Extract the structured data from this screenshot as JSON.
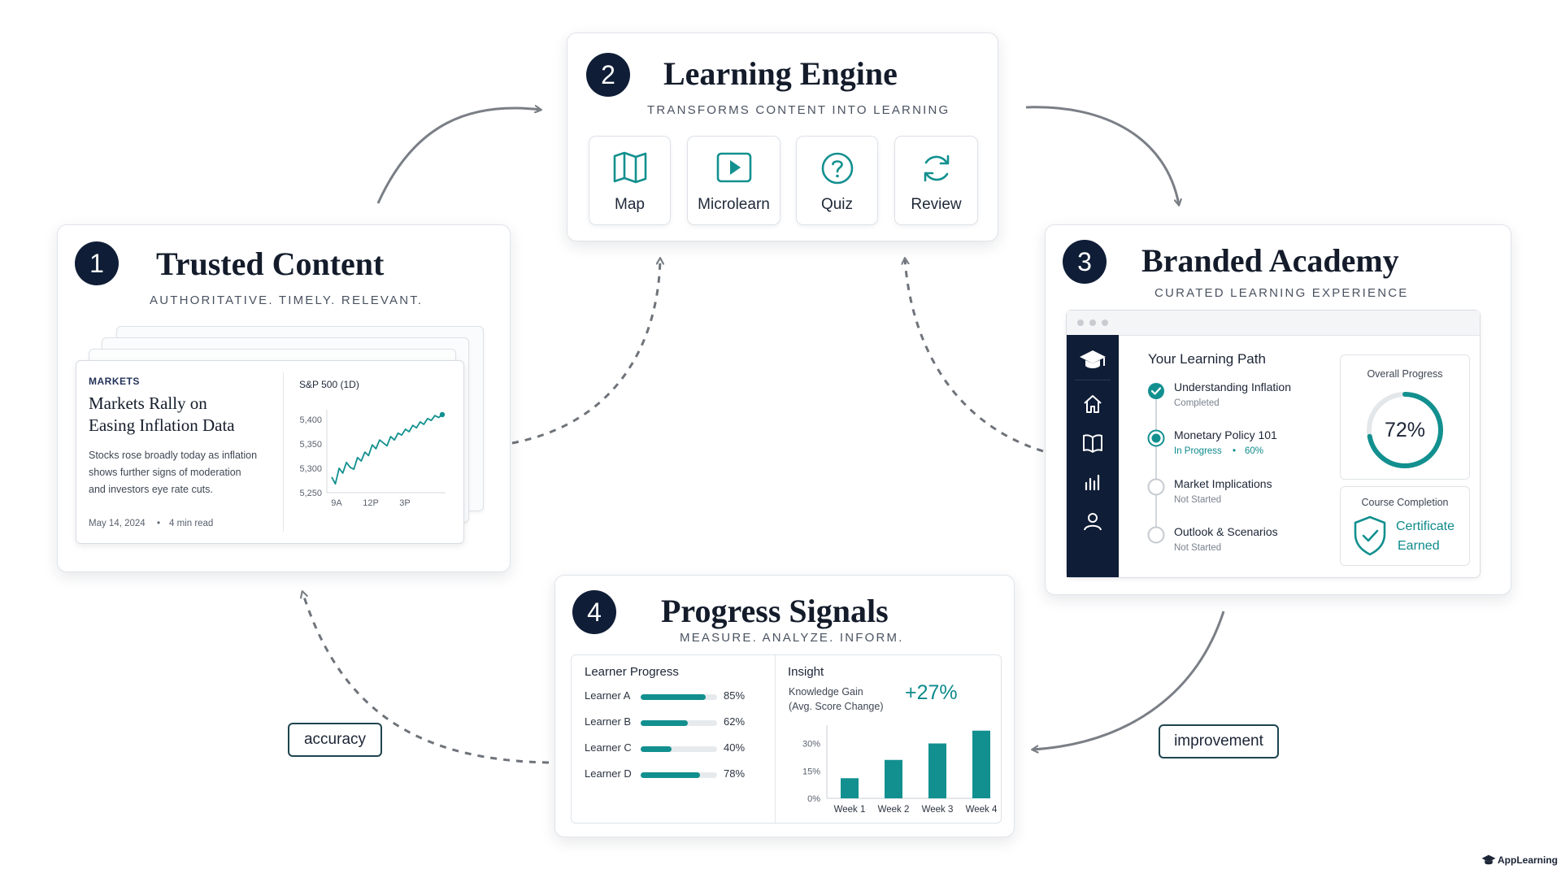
{
  "colors": {
    "navy": "#0f1d36",
    "teal": "#12908f",
    "arrow": "#7a7f86",
    "border": "#dfe3e8"
  },
  "trusted": {
    "number": "1",
    "title": "Trusted Content",
    "subtitle": "AUTHORITATIVE. TIMELY. RELEVANT.",
    "article": {
      "category": "MARKETS",
      "headline_line1": "Markets Rally on",
      "headline_line2": "Easing Inflation Data",
      "body_line1": "Stocks rose broadly today as inflation",
      "body_line2": "shows further signs of moderation",
      "body_line3": "and investors eye rate cuts.",
      "date": "May 14, 2024",
      "separator": "•",
      "read_time": "4 min read"
    },
    "sp_chart": {
      "title": "S&P 500 (1D)",
      "y_ticks": [
        "5,400",
        "5,350",
        "5,300",
        "5,250"
      ],
      "x_ticks": [
        "9A",
        "12P",
        "3P"
      ]
    }
  },
  "engine": {
    "number": "2",
    "title": "Learning Engine",
    "subtitle": "TRANSFORMS CONTENT INTO LEARNING",
    "tiles": [
      {
        "label": "Map",
        "icon": "map-icon"
      },
      {
        "label": "Microlearn",
        "icon": "play-icon"
      },
      {
        "label": "Quiz",
        "icon": "question-icon"
      },
      {
        "label": "Review",
        "icon": "refresh-icon"
      }
    ]
  },
  "academy": {
    "number": "3",
    "title": "Branded Academy",
    "subtitle": "CURATED LEARNING EXPERIENCE",
    "path_title": "Your Learning Path",
    "steps": [
      {
        "name": "Understanding Inflation",
        "status": "Completed",
        "state": "done"
      },
      {
        "name": "Monetary Policy 101",
        "status": "In Progress",
        "progress": "60%",
        "sep": "•",
        "state": "active"
      },
      {
        "name": "Market Implications",
        "status": "Not Started",
        "state": "todo"
      },
      {
        "name": "Outlook & Scenarios",
        "status": "Not Started",
        "state": "todo"
      }
    ],
    "overall_label": "Overall Progress",
    "overall_value": "72%",
    "overall_fraction": 0.72,
    "completion_label": "Course Completion",
    "certificate_line1": "Certificate",
    "certificate_line2": "Earned"
  },
  "signals": {
    "number": "4",
    "title": "Progress Signals",
    "subtitle": "MEASURE. ANALYZE. INFORM.",
    "learner_title": "Learner Progress",
    "learners": [
      {
        "name": "Learner A",
        "value": 85,
        "label": "85%"
      },
      {
        "name": "Learner B",
        "value": 62,
        "label": "62%"
      },
      {
        "name": "Learner C",
        "value": 40,
        "label": "40%"
      },
      {
        "name": "Learner D",
        "value": 78,
        "label": "78%"
      }
    ],
    "insight_title": "Insight",
    "gain_line1": "Knowledge Gain",
    "gain_line2": "(Avg. Score Change)",
    "gain_value": "+27%"
  },
  "chart_data": [
    {
      "type": "line",
      "title": "S&P 500 (1D)",
      "x_ticks": [
        "9A",
        "12P",
        "3P"
      ],
      "ylim": [
        5250,
        5420
      ],
      "y_ticks": [
        5250,
        5300,
        5350,
        5400
      ],
      "series": [
        {
          "values": [
            5282,
            5268,
            5300,
            5290,
            5312,
            5302,
            5298,
            5322,
            5315,
            5333,
            5326,
            5348,
            5340,
            5358,
            5352,
            5346,
            5365,
            5358,
            5372,
            5368,
            5380,
            5375,
            5388,
            5383,
            5395,
            5390,
            5402,
            5398,
            5408,
            5404,
            5410
          ]
        }
      ]
    },
    {
      "type": "bar",
      "categories": [
        "Week 1",
        "Week 2",
        "Week 3",
        "Week 4"
      ],
      "values": [
        11,
        21,
        30,
        37
      ],
      "y_ticks": [
        "30%",
        "15%",
        "0%"
      ],
      "ylim": [
        0,
        40
      ]
    }
  ],
  "labels": {
    "accuracy": "accuracy",
    "improvement": "improvement"
  },
  "brand": {
    "name": "AppLearning"
  }
}
